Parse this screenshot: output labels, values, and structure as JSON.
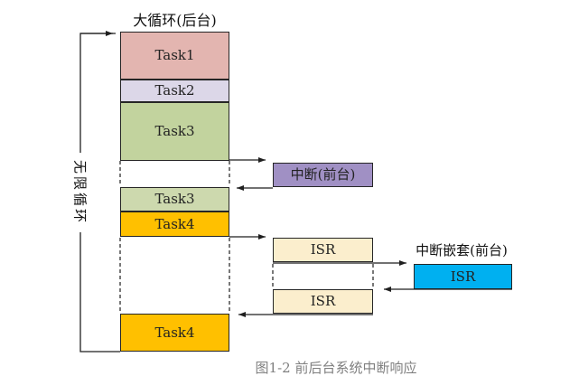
{
  "colors": {
    "task1": "#E3B5B0",
    "task2": "#DCD7E8",
    "task3_first": "#C2D39E",
    "task3_second": "#CDD9AE",
    "task4": "#FFC000",
    "interrupt_box": "#A090C4",
    "isr_box": "#FBEECD",
    "nested_isr_box": "#00B0F0",
    "line": "#1F1F1F"
  },
  "diagram": {
    "title": "大循环(后台)",
    "loop_label": "无限循环",
    "main_column": [
      {
        "label": "Task1"
      },
      {
        "label": "Task2"
      },
      {
        "label": "Task3"
      },
      {
        "label": "Task3"
      },
      {
        "label": "Task4"
      },
      {
        "label": "Task4"
      }
    ],
    "interrupt_box_label": "中断(前台)",
    "isr_top_label": "ISR",
    "isr_bottom_label": "ISR",
    "nested_section_label": "中断嵌套(前台)",
    "nested_isr_label": "ISR",
    "caption_fragment": "图1-2 前后台系统中断响应"
  }
}
